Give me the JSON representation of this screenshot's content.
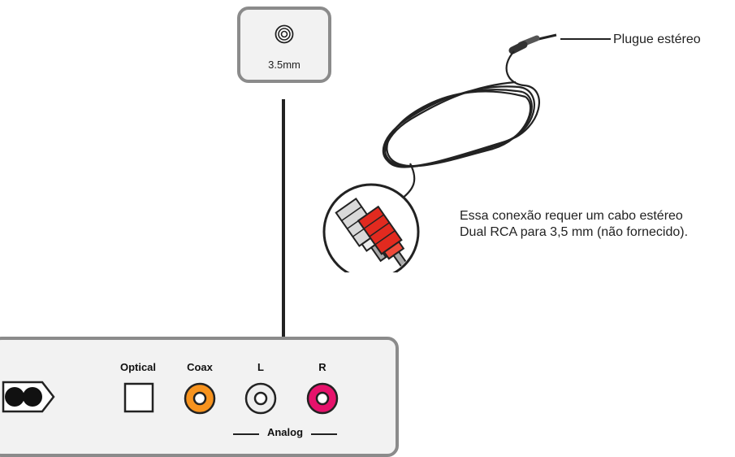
{
  "jack": {
    "label": "3.5mm"
  },
  "cable": {
    "plug_label": "Plugue estéreo",
    "note": "Essa conexão requer um cabo estéreo Dual RCA para 3,5 mm (não fornecido)."
  },
  "panel": {
    "ports": [
      {
        "name": "optical",
        "label": "Optical",
        "color": "#ffffff"
      },
      {
        "name": "coax",
        "label": "Coax",
        "color": "#f7931e"
      },
      {
        "name": "left",
        "label": "L",
        "color": "#eeeeee"
      },
      {
        "name": "right",
        "label": "R",
        "color": "#e6126b"
      }
    ],
    "analog_label": "Analog"
  }
}
